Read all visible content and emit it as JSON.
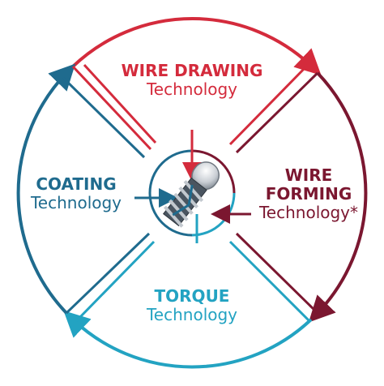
{
  "colors": {
    "red": "#d42b3c",
    "maroon": "#7b1730",
    "teal": "#23a3c2",
    "blue": "#1f6b8e"
  },
  "segments": {
    "wire_drawing": {
      "title": "WIRE DRAWING",
      "subtitle": "Technology"
    },
    "wire_forming": {
      "title_line1": "WIRE",
      "title_line2": "FORMING",
      "subtitle": "Technology*"
    },
    "torque": {
      "title": "TORQUE",
      "subtitle": "Technology"
    },
    "coating": {
      "title": "COATING",
      "subtitle": "Technology"
    }
  },
  "center_image": "screw-anchor-icon"
}
